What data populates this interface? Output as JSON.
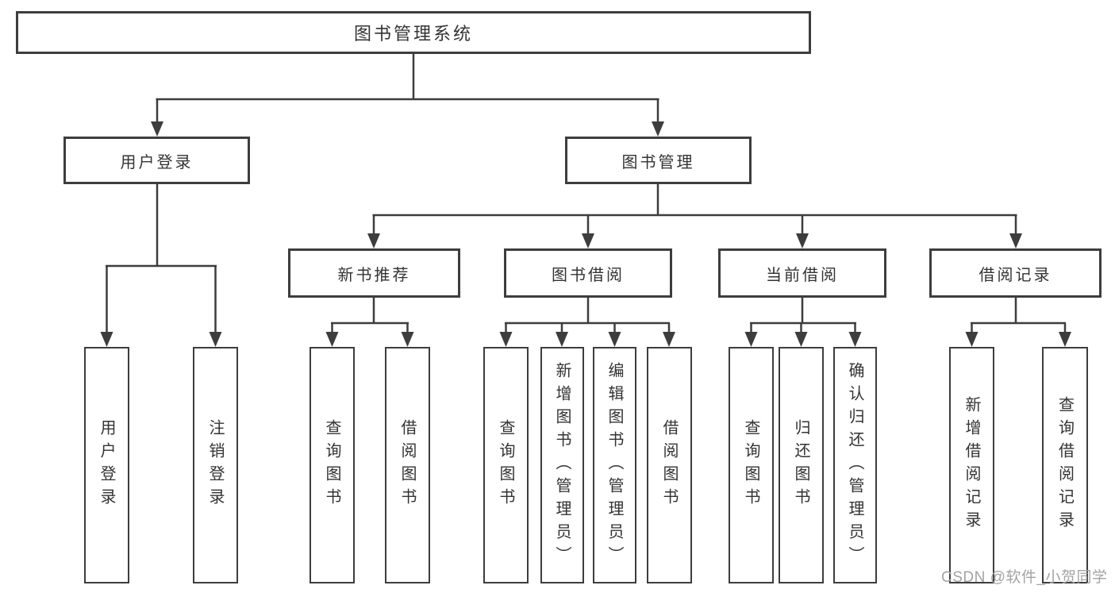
{
  "nodes": {
    "root": "图书管理系统",
    "user_login": "用户登录",
    "book_mgmt": "图书管理",
    "user_login_children": [
      "用户登录",
      "注销登录"
    ],
    "sections": [
      {
        "label": "新书推荐",
        "children": [
          "查询图书",
          "借阅图书"
        ]
      },
      {
        "label": "图书借阅",
        "children": [
          "查询图书",
          "新增图书（管理员）",
          "编辑图书（管理员）",
          "借阅图书"
        ]
      },
      {
        "label": "当前借阅",
        "children": [
          "查询图书",
          "归还图书",
          "确认归还（管理员）"
        ]
      },
      {
        "label": "借阅记录",
        "children": [
          "新增借阅记录",
          "查询借阅记录"
        ]
      }
    ]
  },
  "watermark": "CSDN @软件_小贺同学",
  "colors": {
    "line": "#3d3d3d",
    "text": "#333333",
    "watermark": "#a3a3a3",
    "background": "#ffffff"
  }
}
